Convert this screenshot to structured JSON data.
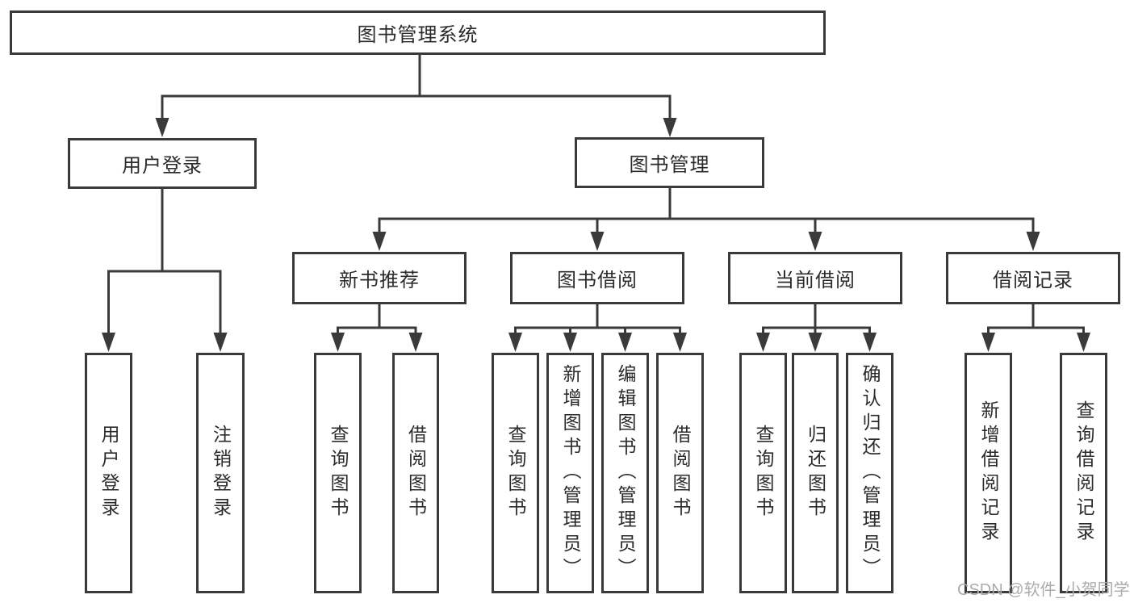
{
  "diagram": {
    "nodes": {
      "root": {
        "label": "图书管理系统"
      },
      "level2": [
        {
          "label": "用户登录"
        },
        {
          "label": "图书管理"
        }
      ],
      "level3": [
        {
          "label": "新书推荐",
          "parent": "图书管理"
        },
        {
          "label": "图书借阅",
          "parent": "图书管理"
        },
        {
          "label": "当前借阅",
          "parent": "图书管理"
        },
        {
          "label": "借阅记录",
          "parent": "图书管理"
        }
      ],
      "leaves": [
        {
          "label": "用户登录",
          "parent": "用户登录"
        },
        {
          "label": "注销登录",
          "parent": "用户登录"
        },
        {
          "label": "查询图书",
          "parent": "新书推荐"
        },
        {
          "label": "借阅图书",
          "parent": "新书推荐"
        },
        {
          "label": "查询图书",
          "parent": "图书借阅"
        },
        {
          "label": "新增图书（管理员）",
          "parent": "图书借阅"
        },
        {
          "label": "编辑图书（管理员）",
          "parent": "图书借阅"
        },
        {
          "label": "借阅图书",
          "parent": "图书借阅"
        },
        {
          "label": "查询图书",
          "parent": "当前借阅"
        },
        {
          "label": "归还图书",
          "parent": "当前借阅"
        },
        {
          "label": "确认归还（管理员）",
          "parent": "当前借阅"
        },
        {
          "label": "新增借阅记录",
          "parent": "借阅记录"
        },
        {
          "label": "查询借阅记录",
          "parent": "借阅记录"
        }
      ]
    },
    "watermark": "CSDN @软件_小贺同学",
    "colors": {
      "line": "#3a3a3a",
      "text": "#2b2b2b",
      "watermark": "#ababab",
      "background": "#ffffff"
    }
  }
}
